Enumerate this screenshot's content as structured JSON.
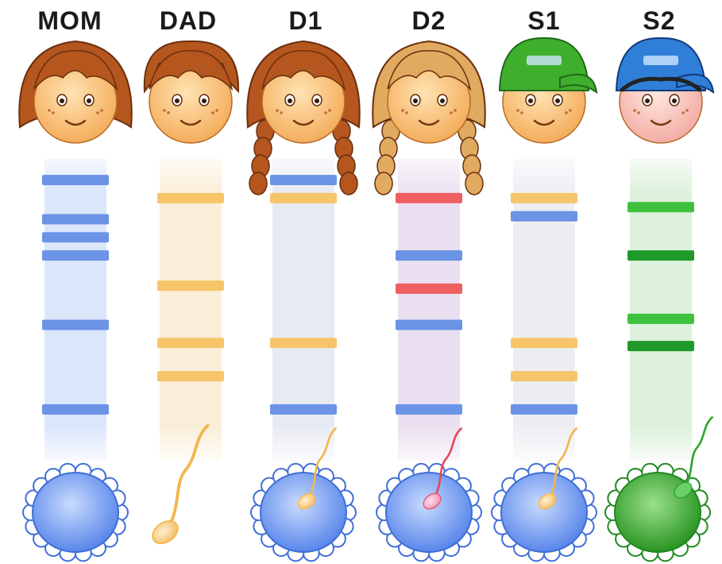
{
  "columns": [
    {
      "id": "mom",
      "label": "MOM",
      "strip_color": "#dbe6fb",
      "face": "girl",
      "hair_color": "#b4561e",
      "braids": false,
      "bands": [
        {
          "y": 0.07,
          "color": "#6b93e6"
        },
        {
          "y": 0.2,
          "color": "#6b93e6"
        },
        {
          "y": 0.26,
          "color": "#6b93e6"
        },
        {
          "y": 0.32,
          "color": "#6b93e6"
        },
        {
          "y": 0.55,
          "color": "#6b93e6"
        },
        {
          "y": 0.83,
          "color": "#6b93e6"
        }
      ],
      "cell": "egg"
    },
    {
      "id": "dad",
      "label": "DAD",
      "strip_color": "#fbeed8",
      "face": "boy",
      "hair_color": "#b4561e",
      "braids": false,
      "bands": [
        {
          "y": 0.13,
          "color": "#f6c56a"
        },
        {
          "y": 0.42,
          "color": "#f6c56a"
        },
        {
          "y": 0.61,
          "color": "#f6c56a"
        },
        {
          "y": 0.72,
          "color": "#f6c56a"
        }
      ],
      "cell": "sperm"
    },
    {
      "id": "d1",
      "label": "D1",
      "strip_color": "#e8eaf2",
      "face": "girl",
      "hair_color": "#b4561e",
      "braids": true,
      "bands": [
        {
          "y": 0.07,
          "color": "#6b93e6"
        },
        {
          "y": 0.13,
          "color": "#f6c56a"
        },
        {
          "y": 0.61,
          "color": "#f6c56a"
        },
        {
          "y": 0.83,
          "color": "#6b93e6"
        }
      ],
      "cell": "egg-yellow-sperm"
    },
    {
      "id": "d2",
      "label": "D2",
      "strip_color": "#eadff0",
      "face": "girl",
      "hair_color": "#e0aa60",
      "braids": true,
      "bands": [
        {
          "y": 0.13,
          "color": "#ef5f5f"
        },
        {
          "y": 0.32,
          "color": "#6b93e6"
        },
        {
          "y": 0.43,
          "color": "#ef5f5f"
        },
        {
          "y": 0.55,
          "color": "#6b93e6"
        },
        {
          "y": 0.83,
          "color": "#6b93e6"
        }
      ],
      "cell": "egg-pink-sperm"
    },
    {
      "id": "s1",
      "label": "S1",
      "strip_color": "#edeef3",
      "face": "boy-cap",
      "cap_color": "#3fae2c",
      "braids": false,
      "bands": [
        {
          "y": 0.13,
          "color": "#f6c56a"
        },
        {
          "y": 0.19,
          "color": "#6b93e6"
        },
        {
          "y": 0.61,
          "color": "#f6c56a"
        },
        {
          "y": 0.72,
          "color": "#f6c56a"
        },
        {
          "y": 0.83,
          "color": "#6b93e6"
        }
      ],
      "cell": "egg-yellow-sperm"
    },
    {
      "id": "s2",
      "label": "S2",
      "strip_color": "#ddf1dc",
      "face": "boy-cap-pink",
      "cap_color": "#2f7fd8",
      "braids": false,
      "bands": [
        {
          "y": 0.16,
          "color": "#3ec23e"
        },
        {
          "y": 0.32,
          "color": "#1f9a2a"
        },
        {
          "y": 0.53,
          "color": "#3ec23e"
        },
        {
          "y": 0.62,
          "color": "#1f9a2a"
        }
      ],
      "cell": "green-egg"
    }
  ]
}
